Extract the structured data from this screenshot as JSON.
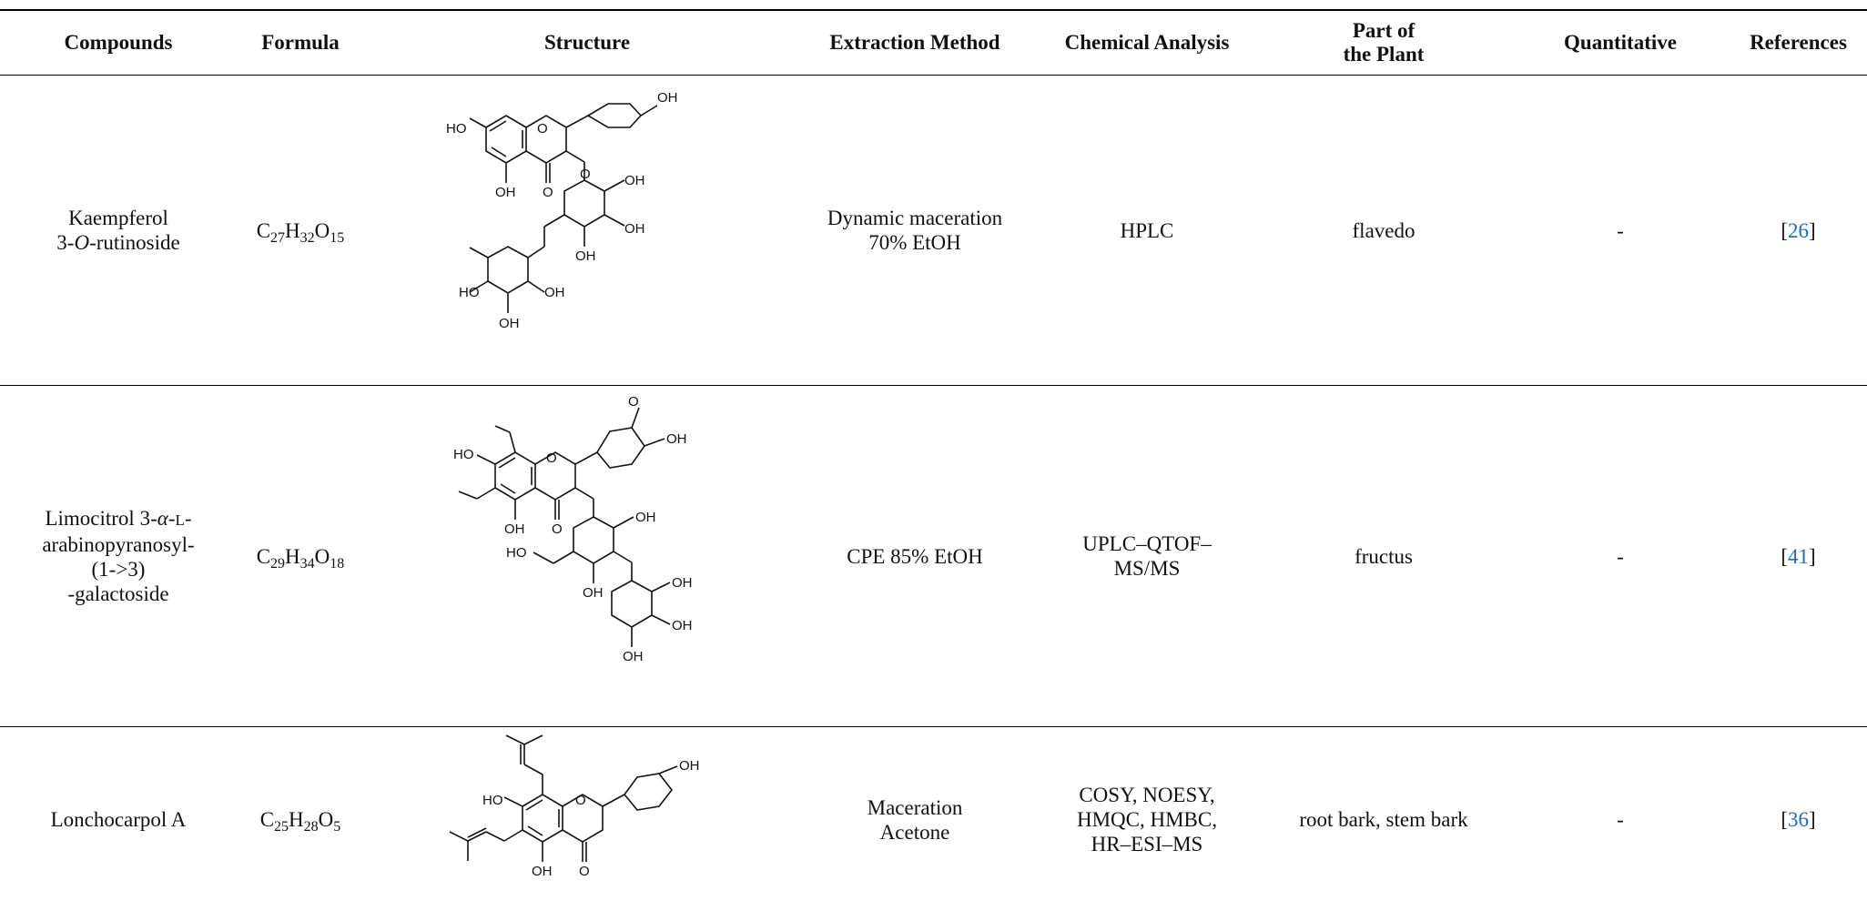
{
  "headers": {
    "compounds": "Compounds",
    "formula": "Formula",
    "structure": "Structure",
    "extraction": "Extraction Method",
    "analysis": "Chemical Analysis",
    "part_line1": "Part of",
    "part_line2": "the Plant",
    "quantitative": "Quantitative",
    "references": "References"
  },
  "rows": [
    {
      "compound_lines": [
        "Kaempferol",
        "3-",
        "O",
        "-rutinoside"
      ],
      "formula": {
        "c": "C",
        "c_n": "27",
        "h": "H",
        "h_n": "32",
        "o": "O",
        "o_n": "15"
      },
      "extraction_lines": [
        "Dynamic maceration",
        "70% EtOH"
      ],
      "analysis_lines": [
        "HPLC"
      ],
      "part": "flavedo",
      "quantitative": "-",
      "ref_open": "[",
      "ref": "26",
      "ref_close": "]"
    },
    {
      "compound_lines": [
        "Limocitrol 3-",
        "α",
        "-",
        "L",
        "-",
        "arabinopyranosyl-",
        "(1->3)",
        "-galactoside"
      ],
      "formula": {
        "c": "C",
        "c_n": "29",
        "h": "H",
        "h_n": "34",
        "o": "O",
        "o_n": "18"
      },
      "extraction_lines": [
        "CPE 85% EtOH"
      ],
      "analysis_lines": [
        "UPLC–QTOF–",
        "MS/MS"
      ],
      "part": "fructus",
      "quantitative": "-",
      "ref_open": "[",
      "ref": "41",
      "ref_close": "]"
    },
    {
      "compound_lines": [
        "Lonchocarpol A"
      ],
      "formula": {
        "c": "C",
        "c_n": "25",
        "h": "H",
        "h_n": "28",
        "o": "O",
        "o_n": "5"
      },
      "extraction_lines": [
        "Maceration",
        "Acetone"
      ],
      "analysis_lines": [
        "COSY, NOESY,",
        "HMQC, HMBC,",
        "HR–ESI–MS"
      ],
      "part": "root bark, stem bark",
      "quantitative": "-",
      "ref_open": "[",
      "ref": "36",
      "ref_close": "]"
    }
  ],
  "structure_labels": {
    "oh": "OH",
    "ho": "HO",
    "o": "O"
  }
}
